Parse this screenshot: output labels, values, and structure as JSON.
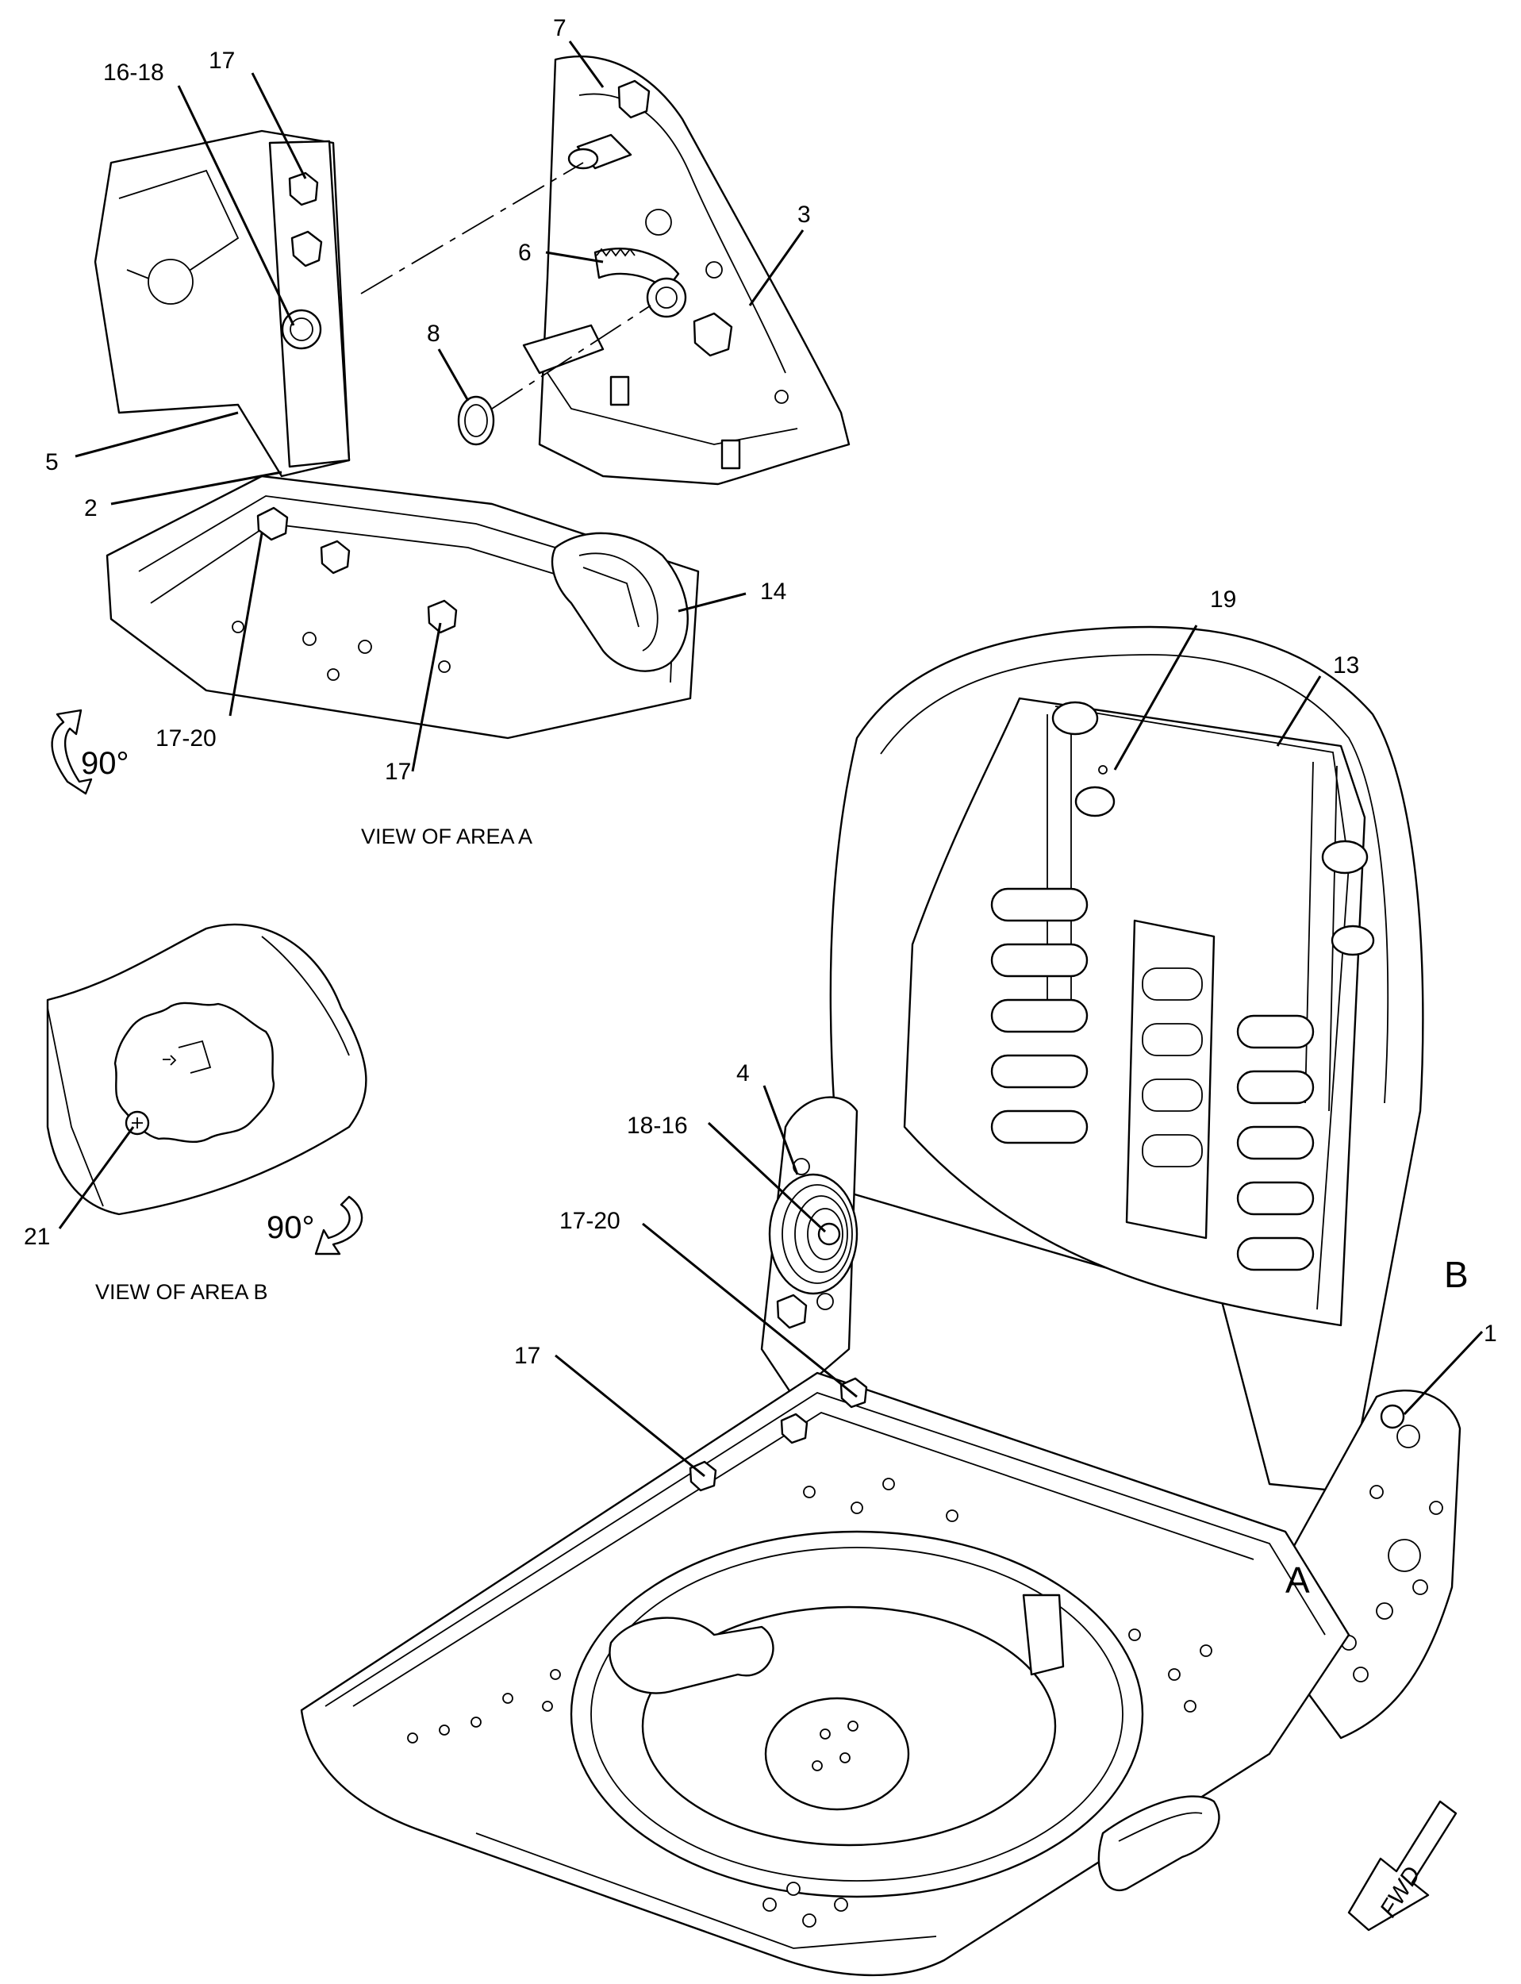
{
  "callouts": {
    "c7": "7",
    "c17_top": "17",
    "c16_18": "16-18",
    "c3": "3",
    "c6": "6",
    "c8": "8",
    "c5": "5",
    "c2": "2",
    "c14": "14",
    "c17_20_a": "17-20",
    "c17_a": "17",
    "c19": "19",
    "c13": "13",
    "c4": "4",
    "c18_16": "18-16",
    "c17_20_main": "17-20",
    "c17_main": "17",
    "c1": "1",
    "c21": "21"
  },
  "area_letters": {
    "a": "A",
    "b": "B"
  },
  "captions": {
    "view_a": "VIEW OF AREA A",
    "view_b": "VIEW OF AREA B"
  },
  "rotation": {
    "a": "90°",
    "b": "90°"
  },
  "direction": {
    "fwd": "FWD"
  },
  "icons": [
    "rotate-arrow-icon",
    "fwd-arrow-icon"
  ]
}
